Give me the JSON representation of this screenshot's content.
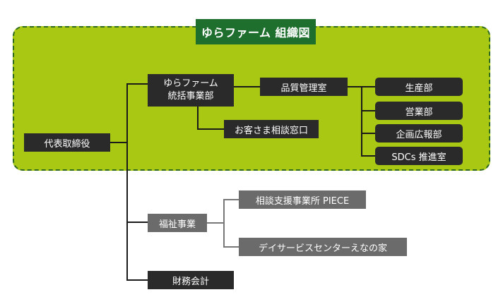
{
  "title": "ゆらファーム 組織図",
  "representative": "代表取締役",
  "hq": {
    "line1": "ゆらファーム",
    "line2": "統括事業部"
  },
  "quality_office": "品質管理室",
  "customer_office": "お客さま相談窓口",
  "departments": [
    "生産部",
    "営業部",
    "企画広報部",
    "SDCs 推進室"
  ],
  "welfare": "福祉事業",
  "welfare_units": [
    "相談支援事業所 PIECE",
    "デイサービスセンターえなの家"
  ],
  "finance": "財務会計",
  "colors": {
    "panel": "#a8c814",
    "panel_border": "#2f6a1c",
    "title_bg": "#1e6e2e",
    "box_dark": "#2a2a2a",
    "box_gray": "#6b6b6b"
  }
}
